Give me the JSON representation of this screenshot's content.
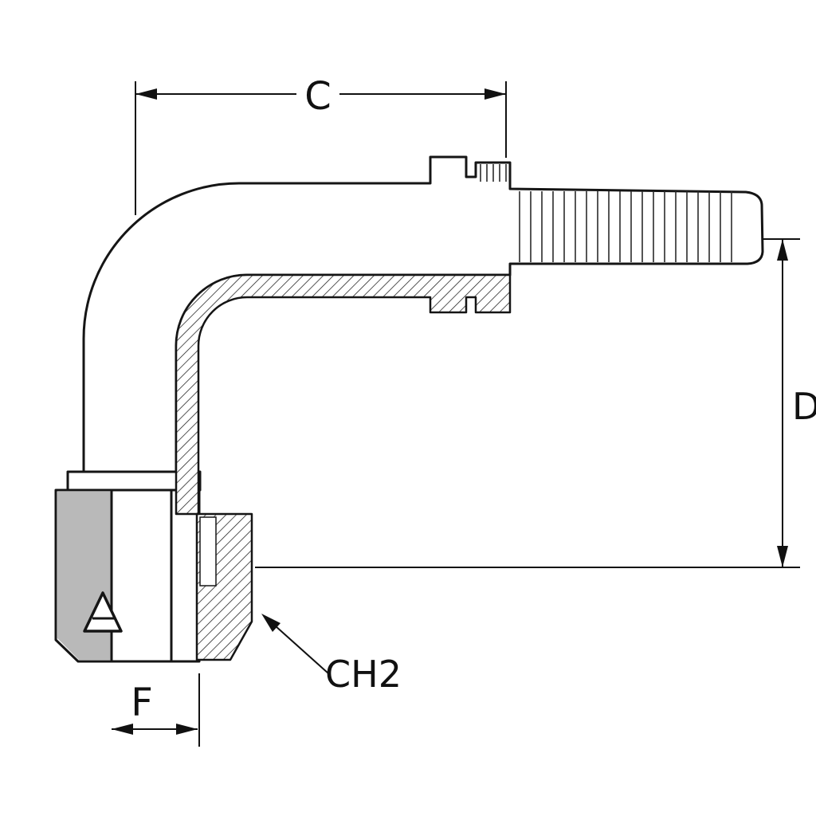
{
  "drawing": {
    "labels": {
      "dim_c": "C",
      "dim_d": "D",
      "dim_f": "F",
      "hex_callout": "CH2"
    },
    "colors": {
      "background": "#ffffff",
      "body": "#e3e3e3",
      "body_shade": "#b9b9b9",
      "outline": "#151515",
      "hatch": "#1c1c1c",
      "label": "#111111"
    },
    "icons": {
      "logo": "triangle-brand-logo-icon"
    }
  }
}
